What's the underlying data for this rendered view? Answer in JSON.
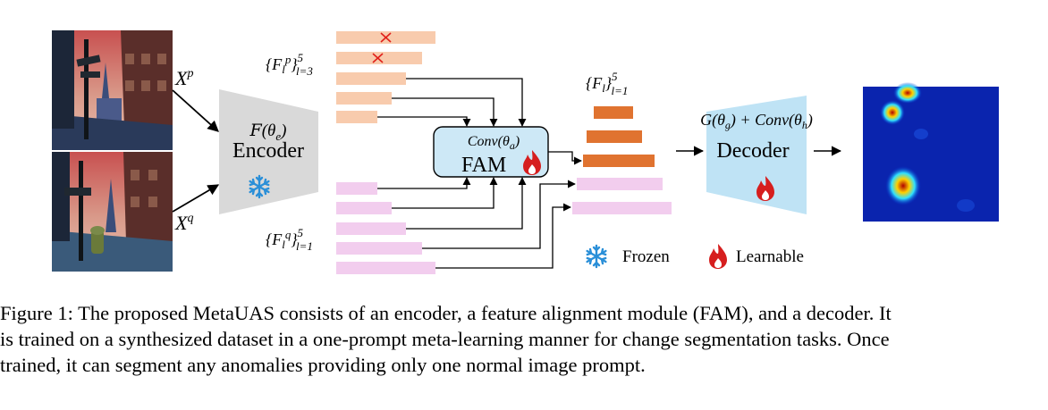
{
  "figure": {
    "xp_label": "X",
    "xp_sup": "p",
    "xq_label": "X",
    "xq_sup": "q",
    "encoder": {
      "func": "F",
      "param": "(θ",
      "param_sub": "e",
      "param_close": ")",
      "title": "Encoder"
    },
    "fp_set": {
      "open": "{F",
      "sub": "l",
      "sup": "p",
      "close": "}",
      "upper": "5",
      "lower": "l=3"
    },
    "fq_set": {
      "open": "{F",
      "sub": "l",
      "sup": "q",
      "close": "}",
      "upper": "5",
      "lower": "l=1"
    },
    "fl_set": {
      "open": "{F",
      "sub": "l",
      "close": "}",
      "upper": "5",
      "lower": "l=1"
    },
    "fam": {
      "conv": "Conv(θ",
      "conv_sub": "a",
      "conv_close": ")",
      "title": "FAM"
    },
    "decoder": {
      "formula_a": "G(θ",
      "formula_a_sub": "g",
      "formula_b": ") + Conv(θ",
      "formula_b_sub": "h",
      "formula_c": ")",
      "title": "Decoder"
    },
    "legend": {
      "frozen": "Frozen",
      "learnable": "Learnable"
    },
    "colors": {
      "encoder_fill": "#d9d9d9",
      "fp_bars": "#f8cbad",
      "fq_bars": "#f2cdee",
      "fused_bars": "#e07330",
      "fam_fill": "#cde8f6",
      "decoder_fill": "#bfe3f5",
      "snowflake": "#2a8fd8",
      "flame": "#d61e1e",
      "cross": "#e0201a"
    }
  },
  "caption": {
    "line1": "Figure 1: The proposed MetaUAS consists of an encoder, a feature alignment module (FAM), and a decoder. It",
    "line2": "is trained on a synthesized dataset in a one-prompt meta-learning manner for change segmentation tasks. Once",
    "line3": "trained, it can segment any anomalies providing only one normal image prompt."
  }
}
